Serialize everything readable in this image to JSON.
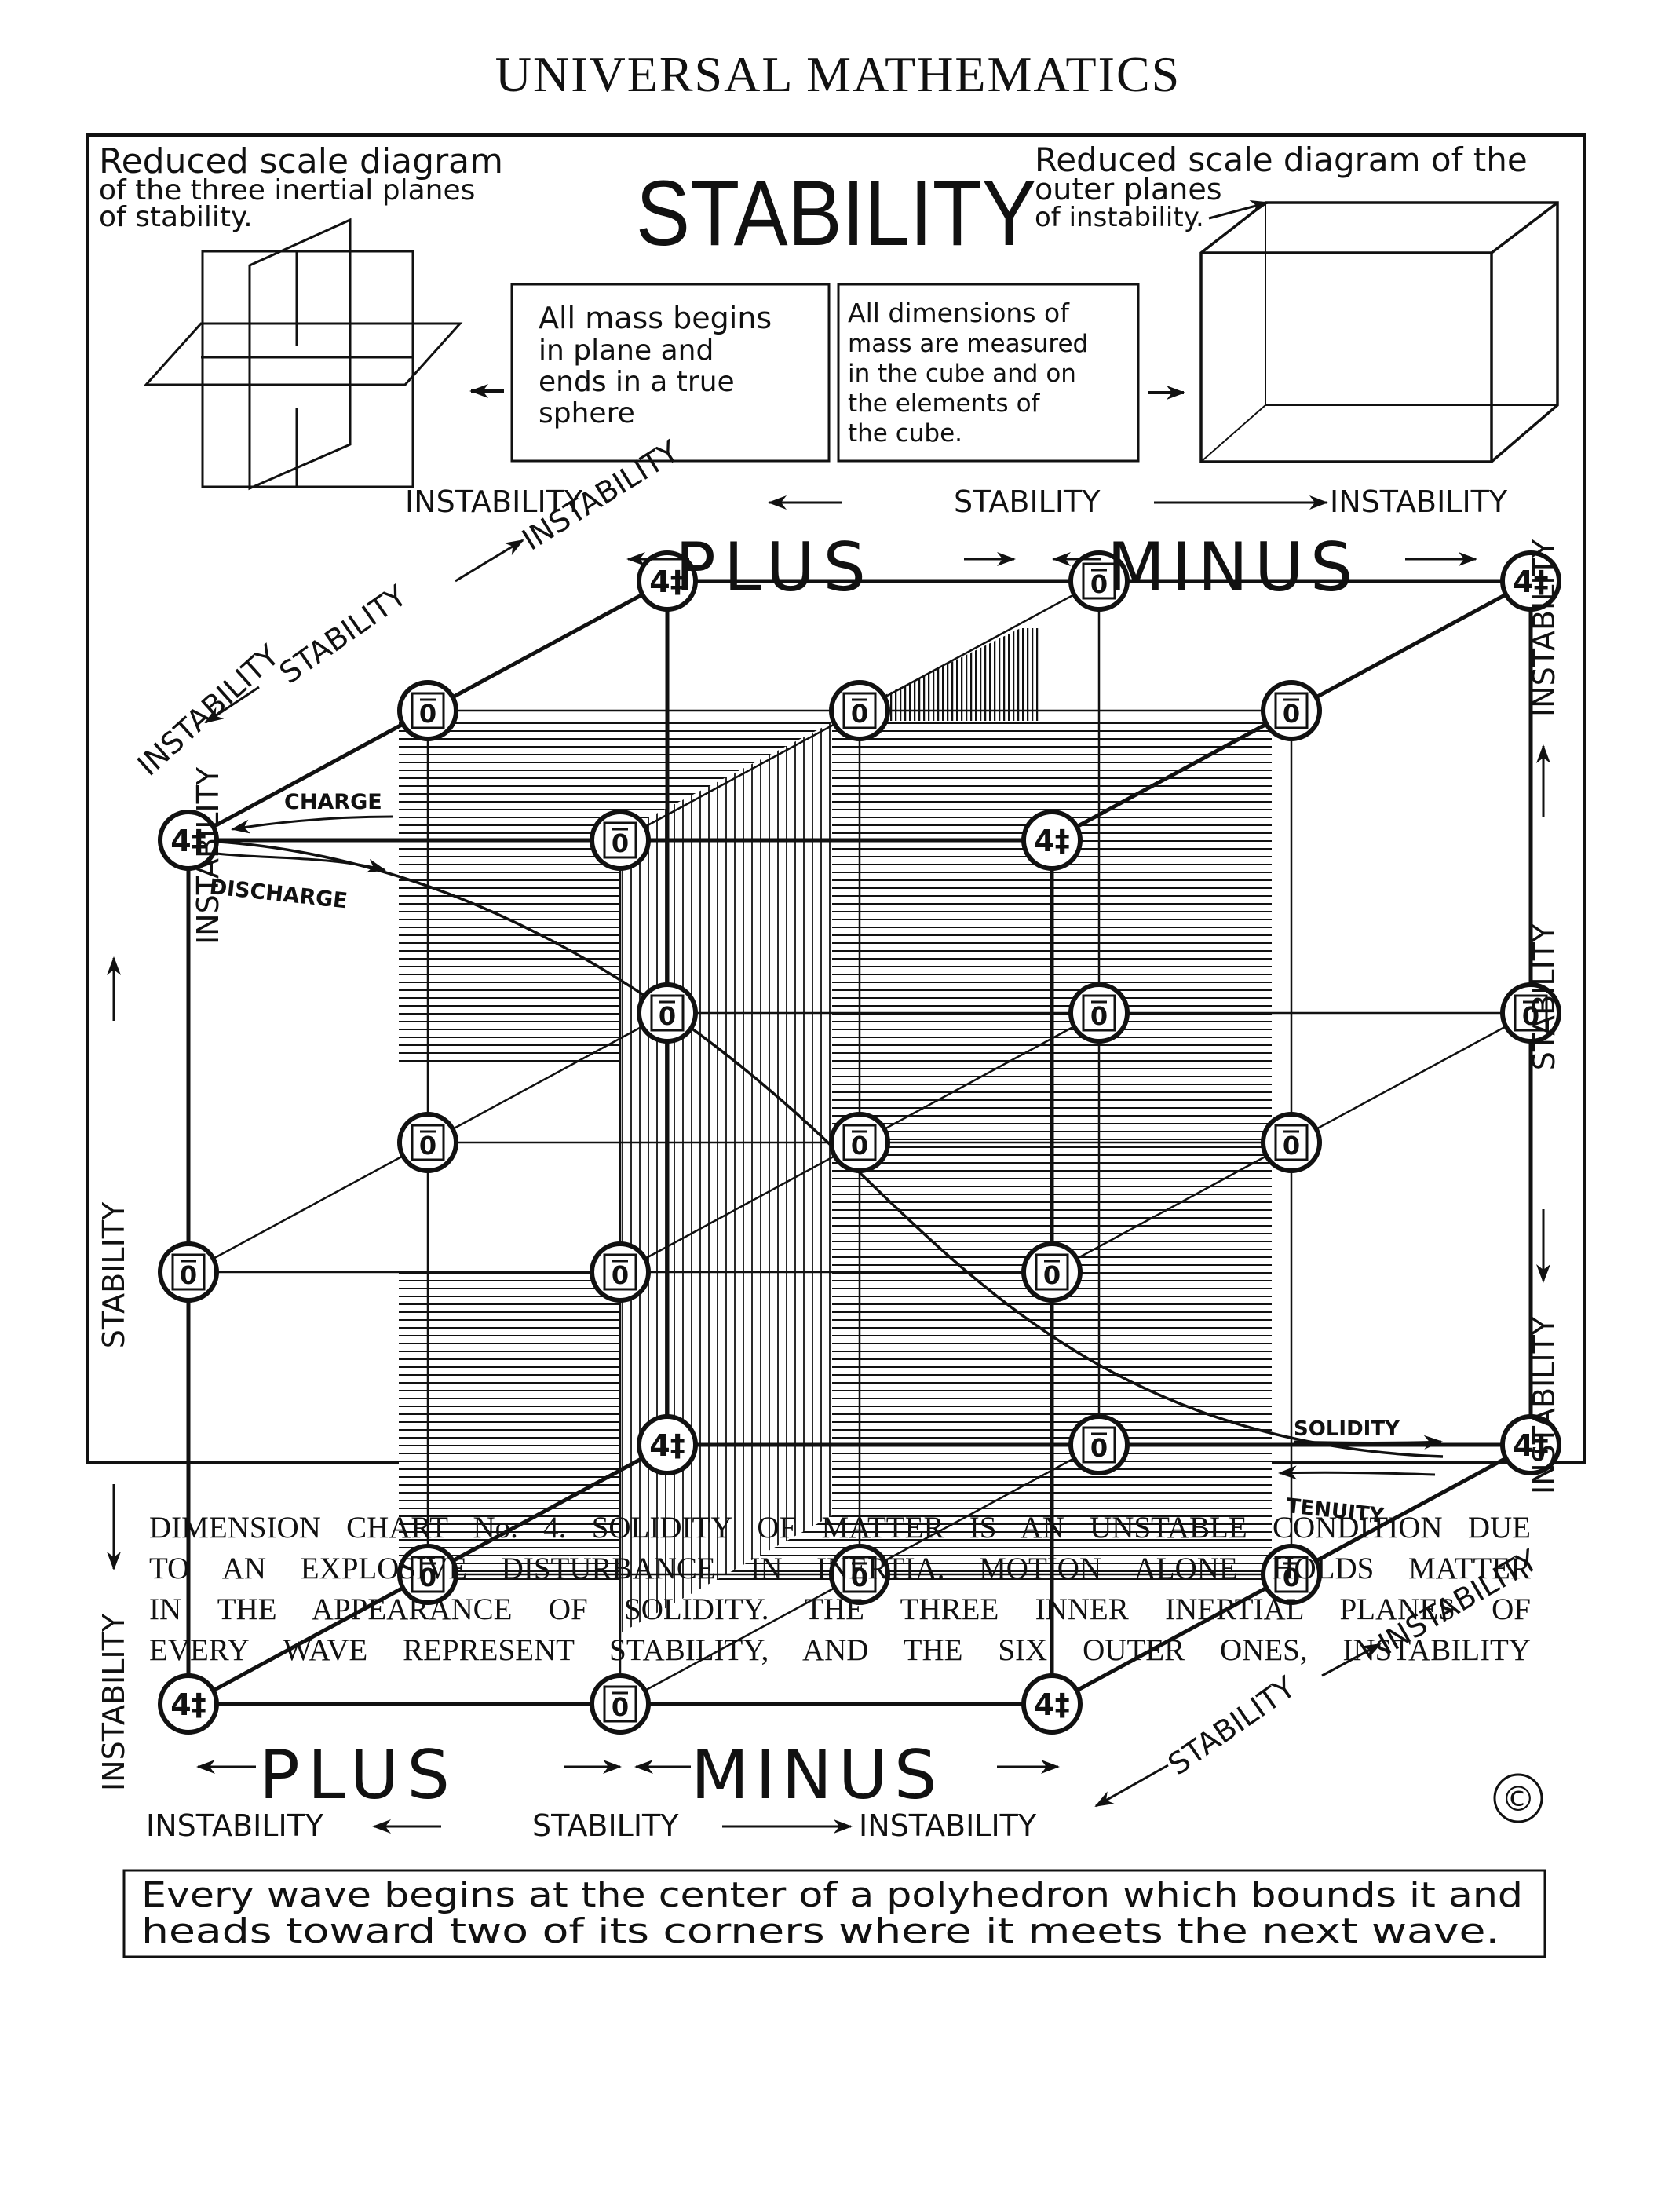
{
  "page_header": "UNIVERSAL MATHEMATICS",
  "title": "STABILITY",
  "left_note": [
    "Reduced scale diagram",
    "of the three inertial planes",
    "of stability."
  ],
  "right_note": [
    "Reduced scale diagram of the",
    "outer planes",
    "of instability."
  ],
  "box_left": [
    "All mass begins",
    "in plane and",
    "ends in a true",
    "sphere"
  ],
  "box_right": [
    "All dimensions of",
    "mass are measured",
    "in the cube and on",
    "the elements of",
    "the cube."
  ],
  "labels": {
    "stability": "STABILITY",
    "instability": "INSTABILITY",
    "plus": "PLUS",
    "minus": "MINUS",
    "charge": "CHARGE",
    "discharge": "DISCHARGE",
    "solidity": "SOLIDITY",
    "tenuity": "TENUITY",
    "copyright": "©"
  },
  "node_labels": {
    "corner": "4‡",
    "zero": "0"
  },
  "bottom_box": [
    "Every wave begins at the center of a polyhedron which bounds it and",
    "heads toward two of its corners where it meets the next wave."
  ],
  "caption_lines": [
    "DIMENSION CHART No. 4. SOLIDITY OF MATTER IS AN UNSTABLE CONDITION DUE",
    "TO AN EXPLOSIVE DISTURBANCE IN INERTIA. MOTION ALONE HOLDS MATTER",
    "IN THE APPEARANCE OF SOLIDITY. THE THREE INNER INERTIAL PLANES OF",
    "EVERY WAVE REPRESENT STABILITY, AND THE SIX OUTER ONES, INSTABILITY"
  ]
}
